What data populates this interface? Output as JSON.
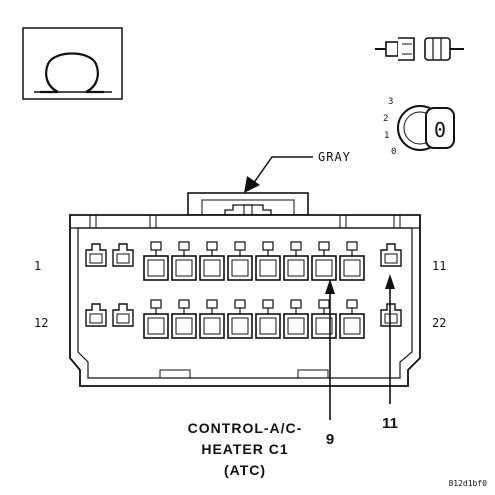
{
  "connector": {
    "wire_color_label": "GRAY",
    "pin_labels": {
      "top_left": "1",
      "top_right": "11",
      "bottom_left": "12",
      "bottom_right": "22"
    },
    "callouts": [
      {
        "label": "9"
      },
      {
        "label": "11"
      }
    ],
    "name_lines": [
      "CONTROL-A/C-",
      "HEATER C1",
      "(ATC)"
    ]
  },
  "key_switch": {
    "positions": [
      "3",
      "2",
      "1",
      "0"
    ],
    "key_label": "0"
  },
  "figure_id": "812d1bf0"
}
